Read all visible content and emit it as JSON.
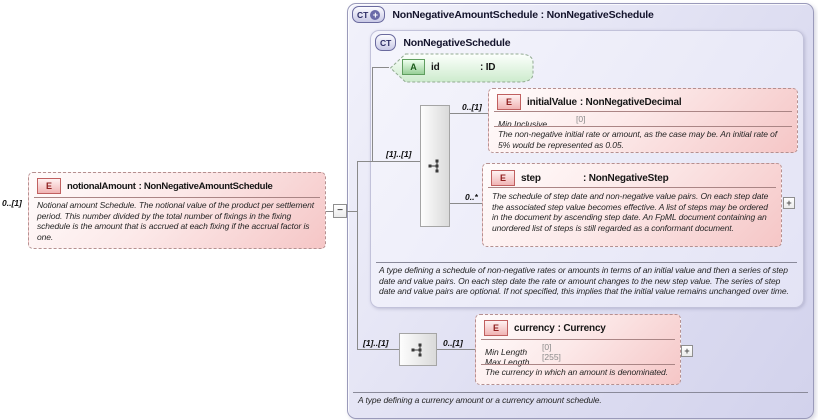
{
  "icons": {
    "element": "E",
    "attribute": "A",
    "complex_type": "CT",
    "plus": "+",
    "minus": "−"
  },
  "colors": {
    "element_fill": "#f5c6c6",
    "attribute_fill": "#cdebcd",
    "container_fill": "#dcdcf0",
    "connector": "#8a8a8a"
  },
  "root_element": {
    "cardinality": "0..[1]",
    "name": "notionalAmount",
    "type": ": NonNegativeAmountSchedule",
    "annotation": "Notional amount Schedule. The notional value of the product per settlement period. This number divided by the total number of fixings in the fixing schedule is the amount that is accrued at each fixing if the accrual factor is one."
  },
  "complex_type": {
    "title": "NonNegativeAmountSchedule : NonNegativeSchedule",
    "annotation": "A type defining a currency amount or a currency amount schedule.",
    "base": {
      "title": "NonNegativeSchedule",
      "annotation": "A type defining a schedule of non-negative rates or amounts in terms of an initial value and then a series of step date and value pairs. On each step date the rate or amount changes to the new step value. The series of step date and value pairs are optional. If not specified, this implies that the initial value remains unchanged over time.",
      "attribute": {
        "name": "id",
        "type": ": ID"
      },
      "sequence": {
        "cardinality": "[1]..[1]",
        "children": [
          {
            "cardinality": "0..[1]",
            "name": "initialValue",
            "type": ": NonNegativeDecimal",
            "facets": [
              {
                "name": "Min Inclusive",
                "value": "[0]"
              }
            ],
            "annotation": "The non-negative initial rate or amount, as the case may be. An initial rate of 5% would be represented as 0.05."
          },
          {
            "cardinality": "0..*",
            "name": "step",
            "type": ": NonNegativeStep",
            "facets": [],
            "annotation": "The schedule of step date and non-negative value pairs. On each step date the associated step value becomes effective. A list of steps may be ordered in the document by ascending step date. An FpML document containing an unordered list of steps is still regarded as a conformant document."
          }
        ]
      }
    },
    "extension": {
      "sequence": {
        "cardinality": "[1]..[1]"
      },
      "child": {
        "cardinality": "0..[1]",
        "name": "currency",
        "type": ": Currency",
        "facets": [
          {
            "name": "Min Length",
            "value": "[0]"
          },
          {
            "name": "Max Length",
            "value": "[255]"
          }
        ],
        "annotation": "The currency in which an amount is denominated."
      }
    }
  }
}
